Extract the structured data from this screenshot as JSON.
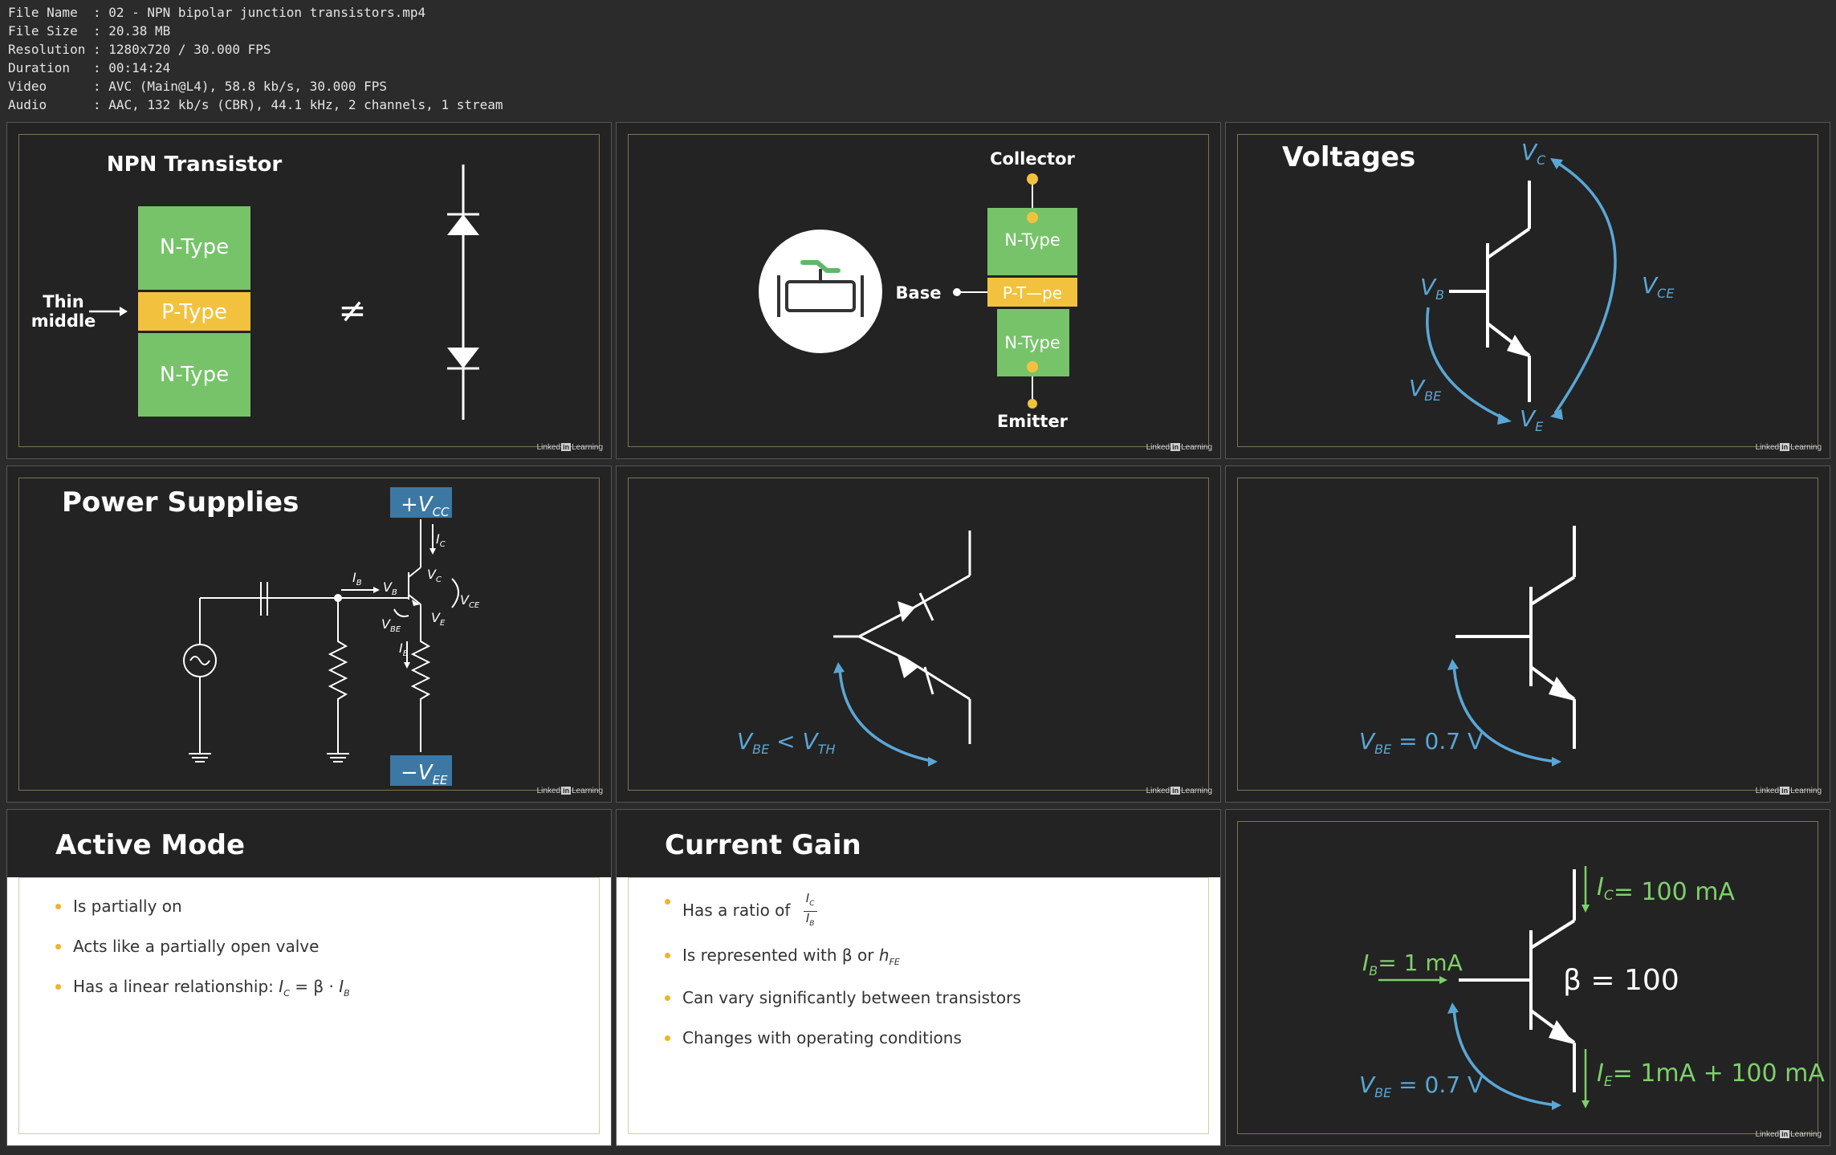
{
  "info": [
    {
      "label": "File Name  :",
      "value": "02 - NPN bipolar junction transistors.mp4"
    },
    {
      "label": "File Size  :",
      "value": "20.38 MB"
    },
    {
      "label": "Resolution :",
      "value": "1280x720 / 30.000 FPS"
    },
    {
      "label": "Duration   :",
      "value": "00:14:24"
    },
    {
      "label": "Video      :",
      "value": "AVC (Main@L4), 58.8 kb/s, 30.000 FPS"
    },
    {
      "label": "Audio      :",
      "value": "AAC, 132 kb/s (CBR), 44.1 kHz, 2 channels, 1 stream"
    }
  ],
  "watermark": {
    "brand": "Linked",
    "in": "in",
    "learning": "Learning"
  },
  "t1": {
    "title": "NPN Transistor",
    "n_top": "N-Type",
    "p_mid": "P-Type",
    "n_bot": "N-Type",
    "thin1": "Thin",
    "thin2": "middle",
    "neq": "≠"
  },
  "t2": {
    "collector": "Collector",
    "base": "Base",
    "emitter": "Emitter",
    "n_top": "N-Type",
    "p_mid": "P-T—pe",
    "n_bot": "N-Type"
  },
  "t3": {
    "title": "Voltages",
    "vc": "V",
    "vc_sub": "C",
    "vb": "V",
    "vb_sub": "B",
    "vce": "V",
    "vce_sub": "CE",
    "vbe": "V",
    "vbe_sub": "BE",
    "ve": "V",
    "ve_sub": "E"
  },
  "t4": {
    "title": "Power Supplies",
    "vcc": "+V",
    "vcc_sub": "CC",
    "vee": "−V",
    "vee_sub": "EE",
    "ic": "I",
    "ic_sub": "C",
    "ib": "I",
    "ib_sub": "B",
    "vb": "V",
    "vb_sub": "B",
    "vc": "V",
    "vc_sub": "C",
    "vce": "V",
    "vce_sub": "CE",
    "ve": "V",
    "ve_sub": "E",
    "vbe": "V",
    "vbe_sub": "BE",
    "ie": "I",
    "ie_sub": "E"
  },
  "t5": {
    "vbe": "V",
    "vbe_sub": "BE",
    "lt": " < ",
    "vth": "V",
    "vth_sub": "TH"
  },
  "t6": {
    "vbe": "V",
    "vbe_sub": "BE",
    "eq": " = 0.7 V"
  },
  "t7": {
    "title": "Active Mode",
    "b1": "Is partially on",
    "b2": "Acts like a partially open valve",
    "b3": "Has a linear relationship: ",
    "b3_ic": "I",
    "b3_c": "C",
    "b3_mid": " = β · ",
    "b3_ib": "I",
    "b3_b": "B"
  },
  "t8": {
    "title": "Current Gain",
    "b1": "Has a ratio of",
    "b1_num": "I",
    "b1_num_sub": "C",
    "b1_den": "I",
    "b1_den_sub": "B",
    "b2": "Is represented with β or ",
    "b2_h": "h",
    "b2_h_sub": "FE",
    "b3": "Can vary significantly between transistors",
    "b4": "Changes with operating conditions"
  },
  "t9": {
    "ic": "I",
    "ic_sub": "C",
    "ic_val": "= 100 mA",
    "ib": "I",
    "ib_sub": "B",
    "ib_val": "= 1 mA",
    "beta": "β = 100",
    "ie": "I",
    "ie_sub": "E",
    "ie_val": "= 1mA + 100 mA",
    "vbe": "V",
    "vbe_sub": "BE",
    "vbe_val": " = 0.7 V"
  },
  "colors": {
    "green": "#77c36a",
    "yellow": "#f2c23e",
    "blue": "#5aa7d6",
    "lightgreen": "#7fcf6b",
    "boxblue": "#3c78a3"
  }
}
